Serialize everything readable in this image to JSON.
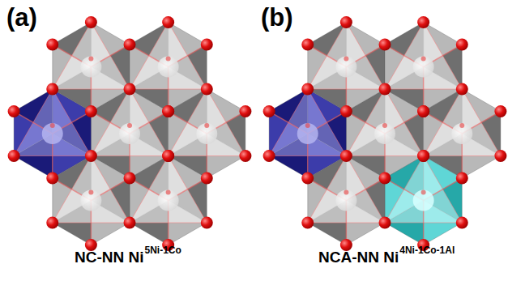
{
  "diagram": {
    "labels": [
      "(a)",
      "(b)",
      "NC-NN Ni",
      "5Ni-1Co",
      "NCA-NN Ni",
      "4Ni-1Co-1Al"
    ]
  }
}
